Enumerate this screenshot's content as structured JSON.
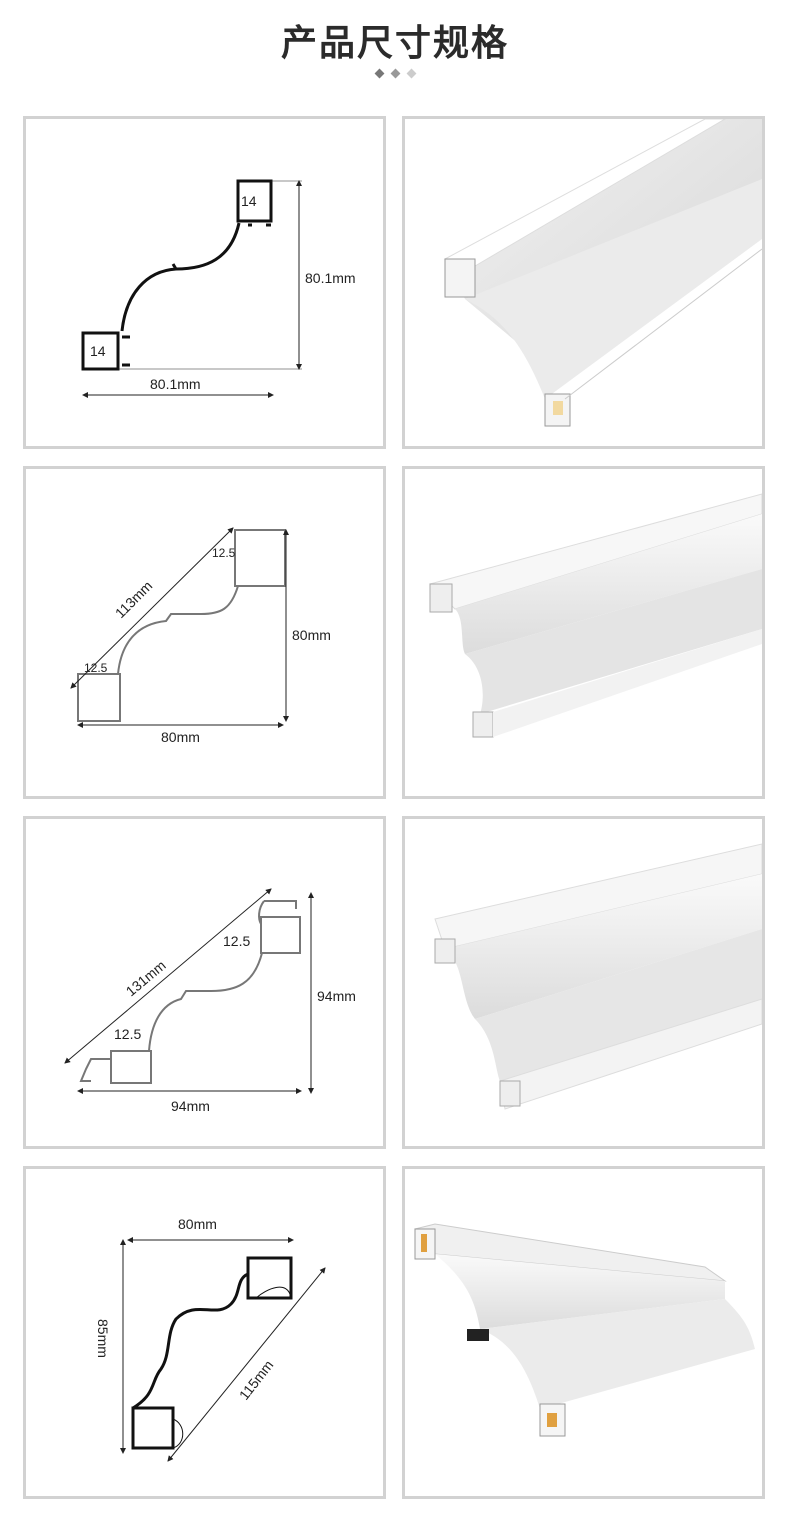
{
  "header": {
    "title": "产品尺寸规格",
    "dot_colors": [
      "#777777",
      "#999999",
      "#cccccc"
    ]
  },
  "specs": [
    {
      "labels": {
        "height": "80.1mm",
        "width": "80.1mm",
        "top_slot": "14",
        "bottom_slot": "14"
      }
    },
    {
      "labels": {
        "height": "80mm",
        "width": "80mm",
        "diagonal": "113mm",
        "top_slot": "12.5",
        "bottom_slot": "12.5"
      }
    },
    {
      "labels": {
        "height": "94mm",
        "width": "94mm",
        "diagonal": "131mm",
        "top_slot": "12.5",
        "bottom_slot": "12.5"
      }
    },
    {
      "labels": {
        "height": "85mm",
        "width": "80mm",
        "diagonal": "115mm"
      }
    }
  ]
}
